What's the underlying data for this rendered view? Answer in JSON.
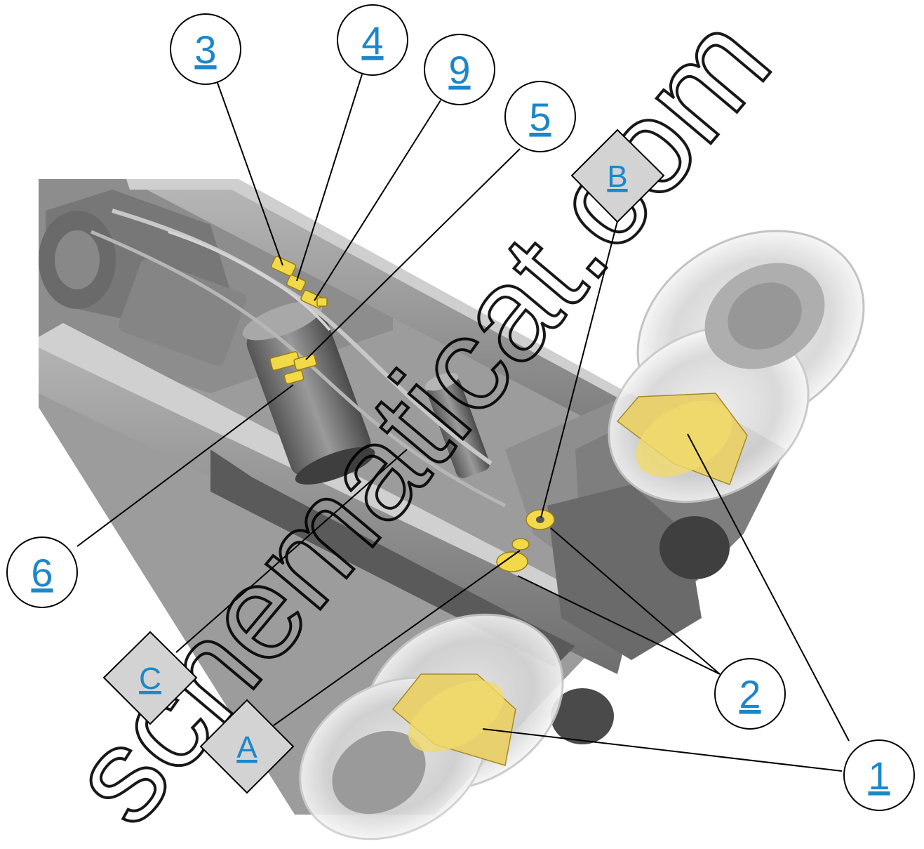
{
  "callouts": {
    "c1": "1",
    "c2": "2",
    "c3": "3",
    "c4": "4",
    "c5": "5",
    "c6": "6",
    "c9": "9",
    "dA": "A",
    "dB": "B",
    "dC": "C"
  },
  "watermark": "schematicat.com",
  "colors": {
    "link": "#1b87c9",
    "highlight": "#f2d94a",
    "frame": "#8a8a8a",
    "tag_fill": "#d3d3d3"
  }
}
